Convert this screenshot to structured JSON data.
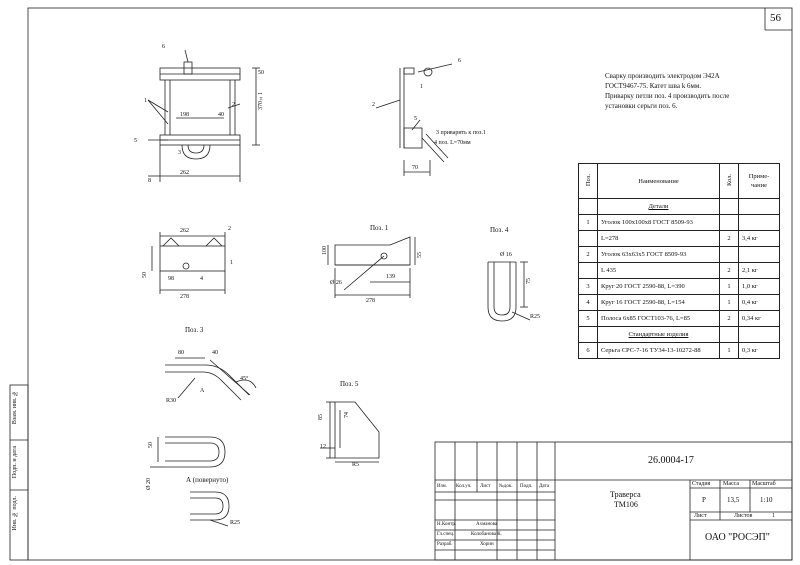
{
  "sheet": {
    "page_number": "56"
  },
  "notes": {
    "line1": "Сварку производить электродом Э42А",
    "line2": "ГОСТ9467-75. Катет шва k    6мм.",
    "line3": "Приварку петли поз. 4 производить после",
    "line4": "установки серьги поз. 6."
  },
  "main_view": {
    "callout_6": "6",
    "callout_1": "1",
    "callout_2": "2",
    "callout_5": "5",
    "callout_3": "3",
    "dim_50": "50",
    "dim_370": "370±1",
    "dim_198": "198",
    "dim_40": "40",
    "dim_262": "262",
    "dim_8": "8"
  },
  "side_view": {
    "callout_6": "6",
    "callout_1": "1",
    "callout_2": "2",
    "callout_5": "5",
    "note_3": "3 приварить к поз.1",
    "note_4": "4 поз. L=70мм",
    "dim_70": "70"
  },
  "top_view": {
    "dim_262": "262",
    "callout_2": "2",
    "callout_1": "1",
    "callout_4": "4",
    "dim_50": "50",
    "dim_98": "98",
    "dim_278": "278"
  },
  "pos1": {
    "title": "Поз. 1",
    "dim_100": "100",
    "dim_55": "55",
    "dim_139": "139",
    "dim_26": "Ø 26",
    "dim_278": "278"
  },
  "pos4": {
    "title": "Поз. 4",
    "dim_16": "Ø 16",
    "dim_75": "75",
    "dim_r25": "R25"
  },
  "pos3": {
    "title": "Поз. 3",
    "dim_80": "80",
    "dim_40": "40",
    "dim_45": "45°",
    "dim_r30": "R30",
    "dim_a": "А",
    "dim_50": "50",
    "dim_20": "Ø 20",
    "rotated": "А (повернуто)",
    "dim_r25": "R25"
  },
  "pos5": {
    "title": "Поз. 5",
    "dim_85a": "85",
    "dim_74": "74",
    "dim_12": "12",
    "dim_85b": "R5"
  },
  "spec_table": {
    "headers": {
      "pos": "Поз.",
      "name": "Наименование",
      "qty": "Кол.",
      "note": "Приме-\nчание"
    },
    "section_details": "Детали",
    "section_standard": "Стандартные изделия",
    "rows": [
      {
        "pos": "1",
        "name": "Уголок 100х100х8 ГОСТ 8509-93",
        "qty": "",
        "note": ""
      },
      {
        "pos": "",
        "name": "L=278",
        "qty": "2",
        "note": "3,4 кг"
      },
      {
        "pos": "2",
        "name": "Уголок 63х63х5 ГОСТ 8509-93",
        "qty": "",
        "note": ""
      },
      {
        "pos": "",
        "name": "L  435",
        "qty": "2",
        "note": "2,1 кг"
      },
      {
        "pos": "3",
        "name": "Круг 20 ГОСТ 2590-88, L=390",
        "qty": "1",
        "note": "1,0 кг"
      },
      {
        "pos": "4",
        "name": "Круг 16 ГОСТ 2590-88, L=154",
        "qty": "1",
        "note": "0,4 кг"
      },
      {
        "pos": "5",
        "name": "Полоса 6х85 ГОСТ103-76, L=85",
        "qty": "2",
        "note": "0,34 кг"
      }
    ],
    "standard_rows": [
      {
        "pos": "6",
        "name": "Серьга СРС-7-16 ТУ34-13-10272-88",
        "qty": "1",
        "note": "0,3 кг"
      }
    ]
  },
  "title_block": {
    "doc_number": "26.0004-17",
    "name_line1": "Траверса",
    "name_line2": "ТМ106",
    "stage_label": "Стадия",
    "mass_label": "Масса",
    "scale_label": "Масштаб",
    "stage": "Р",
    "mass": "13,5",
    "scale": "1:10",
    "sheet_label": "Лист",
    "sheets_label": "Листов",
    "sheets": "1",
    "org": "ОАО \"РОСЭП\"",
    "col_izm": "Изм.",
    "col_kol": "Кол.уч.",
    "col_list": "Лист",
    "col_doc": "№док.",
    "col_sign": "Подп.",
    "col_date": "Дата",
    "role1": "Н.Контр.",
    "name1": "Ахманова",
    "role2": "Гл.спец.",
    "name2": "Колобанова К.",
    "role3": "Разраб.",
    "name3": "Хорин"
  },
  "left_stamp": {
    "inv": "Инв. № подл.",
    "sign": "Подп. и дата",
    "vzam": "Взам. инв. №"
  }
}
